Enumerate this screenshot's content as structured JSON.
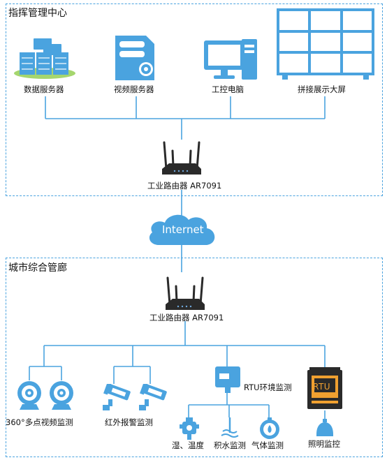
{
  "command_center": {
    "title": "指挥管理中心",
    "nodes": {
      "data_server": "数据服务器",
      "video_server": "视频服务器",
      "industrial_pc": "工控电脑",
      "video_wall": "拼接展示大屏"
    },
    "router": "工业路由器 AR7091"
  },
  "internet": "Internet",
  "utility_tunnel": {
    "title": "城市综合管廊",
    "router": "工业路由器 AR7091",
    "nodes": {
      "camera_360": "360°多点视频监测",
      "infrared_alarm": "红外报警监测",
      "rtu_env": "RTU环境监测",
      "rtu_device": "RTU",
      "temp_humidity": "湿、温度",
      "water": "积水监测",
      "gas": "气体监测",
      "lighting": "照明监控"
    }
  },
  "colors": {
    "primary": "#4aa3df",
    "dark": "#222222",
    "orange": "#f0a030"
  }
}
